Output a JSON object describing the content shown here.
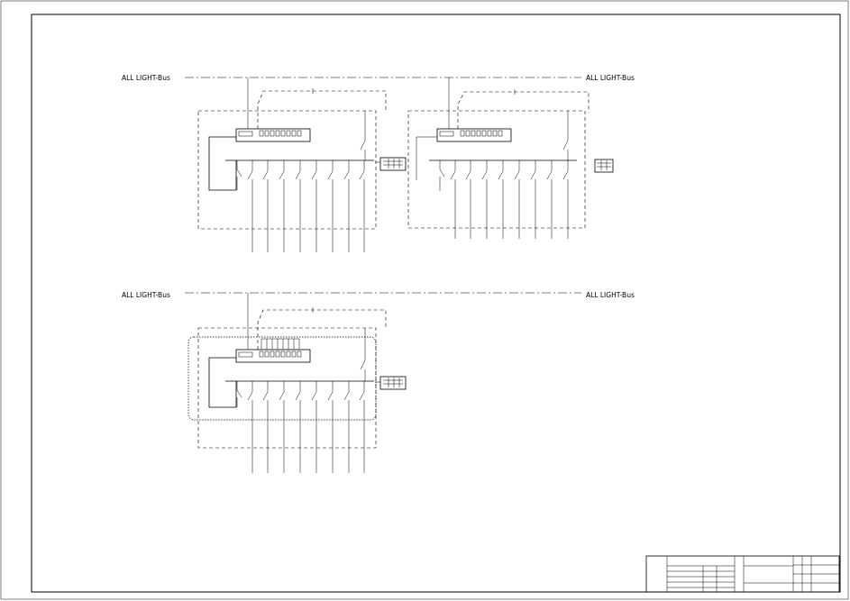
{
  "bus": {
    "top_left": "ALL LIGHT-Bus",
    "top_right": "ALL LIGHT-Bus",
    "bottom_left": "ALL LIGHT-Bus",
    "bottom_right": "ALL LIGHT-Bus"
  },
  "title_block": {
    "cells": [
      "",
      "",
      "",
      "",
      "",
      "",
      "",
      "",
      "",
      "",
      "",
      "",
      "",
      "",
      "",
      "",
      "",
      ""
    ]
  }
}
